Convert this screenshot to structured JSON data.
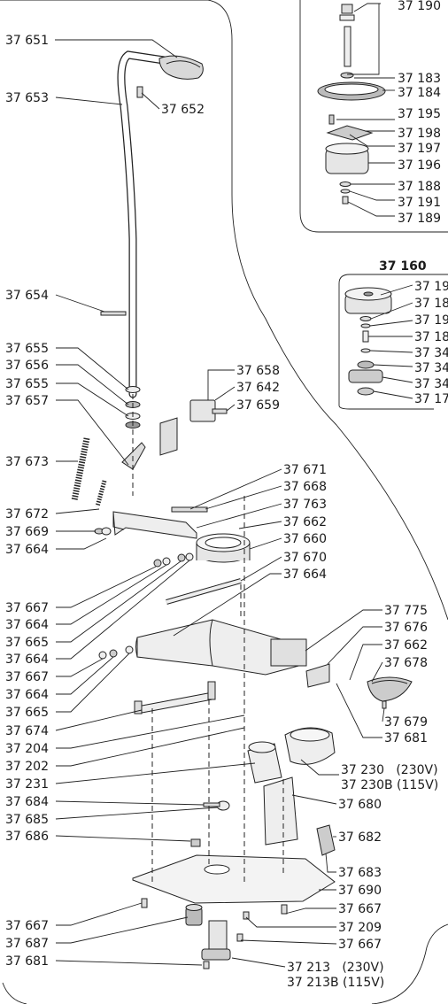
{
  "diagram": {
    "inset_top": {
      "labels": [
        "37 190",
        "37 183",
        "37 184",
        "37 195",
        "37 198",
        "37 197",
        "37 196",
        "37 188",
        "37 191",
        "37 189"
      ]
    },
    "inset_mid": {
      "title": "37 160",
      "labels": [
        "37 19",
        "37 18",
        "37 19",
        "37 18",
        "37 34",
        "37 34",
        "37 34",
        "37 17"
      ]
    },
    "labels_left": [
      "37 651",
      "37 653",
      "37 654",
      "37 655",
      "37 656",
      "37 655",
      "37 657",
      "37 673",
      "37 672",
      "37 669",
      "37 664",
      "37 667",
      "37 664",
      "37 665",
      "37 664",
      "37 667",
      "37 664",
      "37 665",
      "37 674",
      "37 204",
      "37 202",
      "37 231",
      "37 684",
      "37 685",
      "37 686",
      "37 667",
      "37 687",
      "37 681"
    ],
    "labels_right": [
      "37 652",
      "37 658",
      "37 642",
      "37 659",
      "37 671",
      "37 668",
      "37 763",
      "37 662",
      "37 660",
      "37 670",
      "37 664",
      "37 775",
      "37 676",
      "37 662",
      "37 678",
      "37 679",
      "37 681",
      "37 230   (230V)",
      "37 230B (115V)",
      "37 680",
      "37 682",
      "37 683",
      "37 690",
      "37 667",
      "37 209",
      "37 667",
      "37 213   (230V)",
      "37 213B (115V)"
    ]
  }
}
